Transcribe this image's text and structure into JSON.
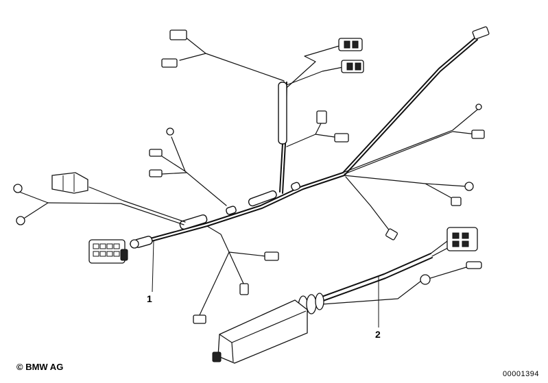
{
  "callouts": {
    "part1": "1",
    "part2": "2"
  },
  "copyright": "© BMW AG",
  "document_number": "00001394"
}
